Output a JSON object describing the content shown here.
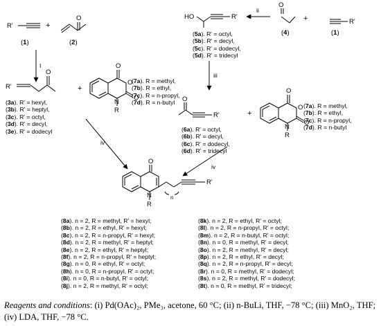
{
  "structure_labels": {
    "alkyne_r": "R'",
    "ketone_o": "O",
    "hydroxy": "HO",
    "aldehyde_o": "O",
    "isatoic_o1": "O",
    "isatoic_o2": "O",
    "isatoic_o3": "O",
    "isatoic_n": "N",
    "isatoic_r": "R",
    "isatoic2_o1": "O",
    "isatoic2_o2": "O",
    "isatoic2_o3": "O",
    "isatoic2_n": "N",
    "isatoic2_r": "R",
    "enone_r": "R'",
    "ynone_o": "O",
    "ynone_r": "R'",
    "propargyl_r": "R'",
    "product_o": "O",
    "product_n": "N",
    "product_r": "R",
    "product_n_sub": "n",
    "product_r_prime": "R'",
    "alkyne2_r": "R'"
  },
  "compound_numbers": {
    "c1": "1",
    "c2": "2",
    "c4": "4",
    "c1b": "1"
  },
  "reagent_labels": {
    "i": "I",
    "ii": "ii",
    "iii": "iii",
    "iv_left": "iv",
    "iv_right": "iv"
  },
  "compound3": [
    {
      "id": "3a",
      "text": ". R' = hexyl,"
    },
    {
      "id": "3b",
      "text": ". R' = heptyl,"
    },
    {
      "id": "3c",
      "text": ". R' = octyl,"
    },
    {
      "id": "3d",
      "text": ". R' = decyl,"
    },
    {
      "id": "3e",
      "text": ". R' = dodecyl"
    }
  ],
  "compound7_left": [
    {
      "id": "7a",
      "text": ". R = methyl,"
    },
    {
      "id": "7b",
      "text": ". R = ethyl,"
    },
    {
      "id": "7c",
      "text": ". R = n-propyl,"
    },
    {
      "id": "7d",
      "text": ". R = n-butyl"
    }
  ],
  "compound5": [
    {
      "id": "5a",
      "text": ". R' = octyl,"
    },
    {
      "id": "5b",
      "text": ". R' = decyl,"
    },
    {
      "id": "5c",
      "text": ". R' = dodecyl,"
    },
    {
      "id": "5d",
      "text": ". R' = tridecyl"
    }
  ],
  "compound6": [
    {
      "id": "6a",
      "text": ". R' = octyl,"
    },
    {
      "id": "6b",
      "text": ". R' = decyl,"
    },
    {
      "id": "6c",
      "text": ". R' = dodecyl,"
    },
    {
      "id": "6d",
      "text": ". R' = tridecyl"
    }
  ],
  "compound7_right": [
    {
      "id": "7a",
      "text": ". R = methyl,"
    },
    {
      "id": "7b",
      "text": ". R = ethyl,"
    },
    {
      "id": "7c",
      "text": ". R = n-propyl,"
    },
    {
      "id": "7d",
      "text": ". R = n-butyl"
    }
  ],
  "compound8_left": [
    {
      "id": "8a",
      "text": ". n = 2, R = methyl, R' = hexyl;"
    },
    {
      "id": "8b",
      "text": ". n = 2, R = ethyl, R' = hexyl;"
    },
    {
      "id": "8c",
      "text": ". n = 2, R = n-propyl, R' = hexyl;"
    },
    {
      "id": "8d",
      "text": ". n = 2, R = methyl, R' = heptyl;"
    },
    {
      "id": "8e",
      "text": ". n = 2, R = ethyl, R' = heptyl;"
    },
    {
      "id": "8f",
      "text": ". n = 2, R = n-propyl, R' = heptyl;"
    },
    {
      "id": "8g",
      "text": ". n = 0, R = ethyl, R' = octyl;"
    },
    {
      "id": "8h",
      "text": ". n = 0, R = n-propyl, R' = octyl;"
    },
    {
      "id": "8i",
      "text": ". n = 0, R = n-butyl, R' = octyl;"
    },
    {
      "id": "8j",
      "text": ". n = 2, R = methyl, R' = octyl;"
    }
  ],
  "compound8_right": [
    {
      "id": "8k",
      "text": ". n = 2, R = ethyl, R' = octyl;"
    },
    {
      "id": "8l",
      "text": ". n = 2, R = n-propyl, R' = octyl;"
    },
    {
      "id": "8m",
      "text": ". n = 2, R = n-butyl, R' = octyl;"
    },
    {
      "id": "8n",
      "text": ". n = 0, R = methyl, R' = decyl;"
    },
    {
      "id": "8o",
      "text": ". n = 2, R = methyl, R' = decyl;"
    },
    {
      "id": "8p",
      "text": ". n = 2, R = ethyl, R' = decyl;"
    },
    {
      "id": "8q",
      "text": ". n = 2, R = n-propyl, R' = decyl;"
    },
    {
      "id": "8r",
      "text": ". n = 0, R = methyl, R' = dodecyl;"
    },
    {
      "id": "8s",
      "text": ". n = 2, R = methyl, R' = dodecyl;"
    },
    {
      "id": "8t",
      "text": ". n = 0, R = methyl, R' = tridecyl;"
    }
  ],
  "caption": {
    "label": "Reagents and conditions",
    "text": ": (i) Pd(OAc)₂, PMe₃, acetone, 60 °C; (ii) n-BuLi, THF, −78 °C; (iii) MnO₂, THF; (iv) LDA, THF, −78 °C."
  }
}
